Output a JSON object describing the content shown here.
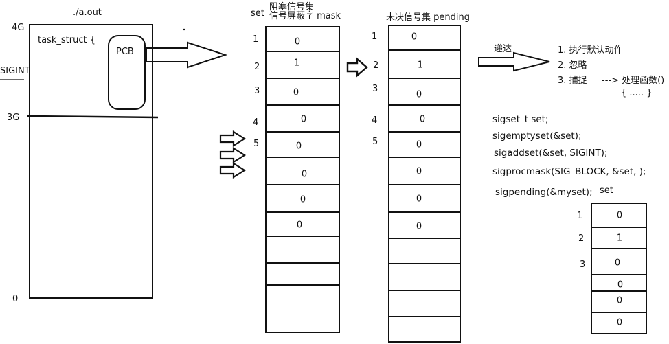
{
  "memory": {
    "title": "./a.out",
    "label_4g": "4G",
    "label_3g": "3G",
    "label_0": "0",
    "side_label": "SIGINT",
    "task_struct": "task_struct {",
    "pcb": "PCB"
  },
  "mask_table": {
    "header_set": "set",
    "header_line1": "阻塞信号集",
    "header_line2": "信号屏蔽字 mask",
    "row_numbers": [
      "1",
      "2",
      "3",
      "4",
      "5"
    ],
    "values": [
      "0",
      "1",
      "0",
      "0",
      "0",
      "0",
      "0",
      "0"
    ]
  },
  "pending_table": {
    "header": "未决信号集 pending",
    "row_numbers": [
      "1",
      "2",
      "3",
      "4",
      "5"
    ],
    "values": [
      "0",
      "1",
      "0",
      "0",
      "0",
      "0",
      "0",
      "0"
    ]
  },
  "delivery": {
    "label": "递达",
    "options": [
      "1. 执行默认动作",
      "2. 忽略",
      "3. 捕捉"
    ],
    "handler_arrow": "---> 处理函数()",
    "handler_body": "{ ..... }"
  },
  "code": {
    "lines": [
      "sigset_t set;",
      "sigemptyset(&set);",
      "sigaddset(&set, SIGINT);",
      "sigprocmask(SIG_BLOCK, &set, );",
      "sigpending(&myset);"
    ]
  },
  "myset_table": {
    "header": "set",
    "row_numbers": [
      "1",
      "2",
      "3"
    ],
    "values": [
      "0",
      "1",
      "0",
      "0",
      "0",
      "0"
    ]
  }
}
